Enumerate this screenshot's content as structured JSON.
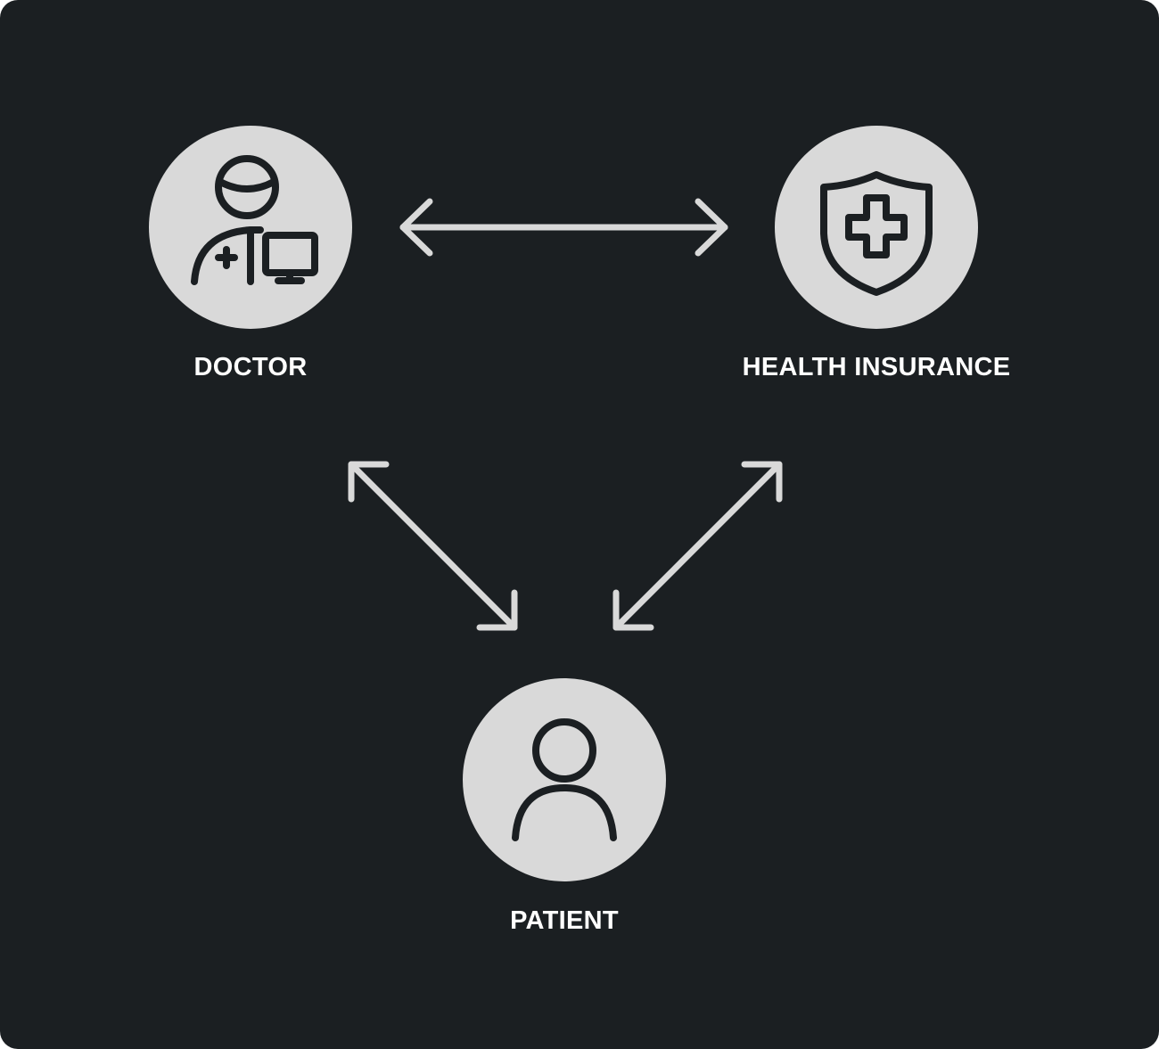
{
  "nodes": {
    "doctor": {
      "label": "DOCTOR",
      "icon": "doctor-computer-icon"
    },
    "insurance": {
      "label": "HEALTH INSURANCE",
      "icon": "shield-plus-icon"
    },
    "patient": {
      "label": "PATIENT",
      "icon": "user-icon"
    }
  },
  "edges": [
    {
      "from": "doctor",
      "to": "insurance",
      "direction": "both"
    },
    {
      "from": "doctor",
      "to": "patient",
      "direction": "both"
    },
    {
      "from": "insurance",
      "to": "patient",
      "direction": "both"
    }
  ],
  "colors": {
    "background": "#1b1f22",
    "circle": "#d9d9d9",
    "arrow": "#d9d9d9",
    "icon": "#1b1f22",
    "text": "#ffffff"
  }
}
